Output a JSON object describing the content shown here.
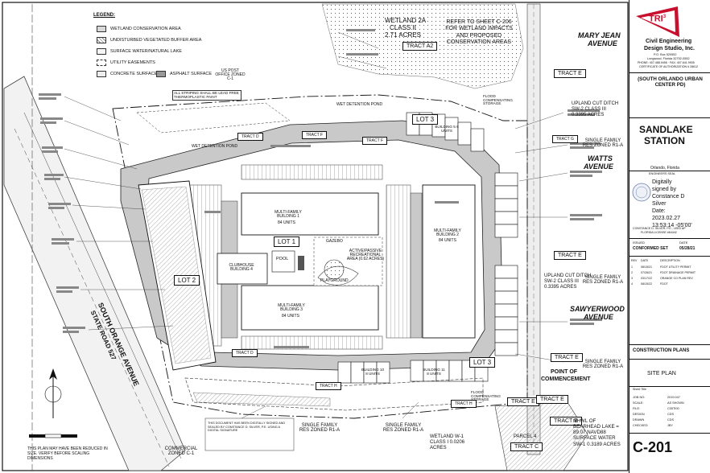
{
  "legend": {
    "title": "LEGEND:",
    "items": [
      "WETLAND CONSERVATION AREA",
      "UNDISTURBED VEGETATED BUFFER AREA",
      "SURFACE WATER/NATURAL LAKE",
      "UTILITY EASEMENTS",
      "CONCRETE SURFACE",
      "ASPHALT SURFACE"
    ]
  },
  "notes": {
    "striping": "ALL STRIPING SHALL BE LEAD FREE THERMOPLASTIC PAINT",
    "post_office": "US POST OFFICE ZONED C-1",
    "wetland_title": "WETLAND 2A",
    "wetland_class": "CLASS II",
    "wetland_area": "2.71 ACRES",
    "refer": "REFER TO SHEET C-206 FOR WETLAND IMPACTS AND PROPOSED CONSERVATION AREAS",
    "wet_pond_1": "WET DETENTION POND",
    "wet_pond_2": "WET DETENTION POND",
    "point_title": "POINT OF",
    "point_sub": "COMMENCEMENT",
    "nhwl": "NHWL OF BEARHEAD LAKE = 89.07 NAVD88 SURFACE WATER SW-1 0.3189 ACRES",
    "upland_1": "UPLAND CUT DITCH SW-2 CLASS III 0.3395 ACRES",
    "upland_2": "UPLAND CUT DITCH SW-2 CLASS III 0.3395 ACRES",
    "wetland_w": "WETLAND W-1 CLASS I 0.0206 ACRES",
    "flood": "FLOOD COMPENSATING STORAGE",
    "flood_2": "FLOOD COMPENSATING STORAGE",
    "reduced": "THIS PLAN MAY HAVE BEEN REDUCED IN SIZE. VERIFY BEFORE SCALING DIMENSIONS",
    "sealed": "THIS DOCUMENT HAS BEEN DIGITALLY SIGNED AND SEALED BY CONSTANCE D. SILVER, P.E. USING A DIGITAL SIGNATURE"
  },
  "streets": {
    "mary_jean_1": "MARY JEAN",
    "mary_jean_2": "AVENUE",
    "watts_1": "WATTS",
    "watts_2": "AVENUE",
    "sawyerwood_1": "SAWYERWOOD",
    "sawyerwood_2": "AVENUE",
    "orange_1": "SOUTH ORANGE AVENUE",
    "orange_2": "STATE ROAD 527"
  },
  "tracts": {
    "a2": "TRACT A2",
    "e1": "TRACT E",
    "e2": "TRACT E",
    "e3": "TRACT E",
    "e4": "TRACT E",
    "e5": "TRACT E",
    "d1": "TRACT D",
    "d2": "TRACT D",
    "f1": "TRACT F",
    "f2": "TRACT F",
    "g": "TRACT G",
    "h1": "TRACT H",
    "h2": "TRACT H",
    "b": "TRACT B",
    "c": "TRACT C",
    "parcel": "PARCEL 4"
  },
  "lots": {
    "lot1": "LOT 1",
    "lot2": "LOT 2",
    "lot3a": "LOT 3",
    "lot3b": "LOT 3"
  },
  "buildings": {
    "mf1_title": "MULTI-FAMILY BUILDING 1",
    "mf1_units": "84 UNITS",
    "mf2_title": "MULTI-FAMILY BUILDING 2",
    "mf2_units": "84 UNITS",
    "mf3_title": "MULTI-FAMILY BUILDING 3",
    "mf3_units": "84 UNITS",
    "clubhouse": "CLUBHOUSE BUILDING 4",
    "pool": "POOL",
    "gazebo": "GAZEBO",
    "rec": "ACTIVE/PASSIVE RECREATIONAL AREA (0.62 ACRES)",
    "playground": "PLAYGROUND",
    "b10": "BUILDING 10 8 UNITS",
    "b11": "BUILDING 11 8 UNITS",
    "b5": "BUILDING 5 6 UNITS"
  },
  "zoning": {
    "r1a_1": "SINGLE FAMILY RES ZONED R1-A",
    "r1a_2": "SINGLE FAMILY RES ZONED R1-A",
    "r1a_3": "SINGLE FAMILY RES ZONED R1-A",
    "r1a_4": "SINGLE FAMILY RES ZONED R1-A",
    "r1a_5": "SINGLE FAMILY RES ZONED R1-A",
    "c1": "COMMERCIAL ZONED C-1"
  },
  "title_block": {
    "logo_mark": "TRI",
    "logo_sup": "3",
    "company_1": "Civil Engineering",
    "company_2": "Design Studio, Inc.",
    "addr_1": "P.O. Box 520552",
    "addr_2": "Longwood, Florida 32752-0552",
    "addr_3": "PHONE: 407.488.9456 · FAX: 407.641.9905",
    "addr_4": "CERTIFICATE OF AUTHORIZATION # 28612",
    "client": "(SOUTH ORLANDO URBAN CENTER PD)",
    "project_1": "SANDLAKE",
    "project_2": "STATION",
    "city": "Orlando, Florida",
    "seal_label": "ENGINEERS SEAL",
    "sig_1": "Digitally",
    "sig_2": "signed by",
    "sig_3": "Constance D",
    "sig_4": "Silver",
    "sig_5": "Date:",
    "sig_6": "2023.02.27",
    "sig_7": "13:53:14 -05'00'",
    "engineer": "CONSTANCE D. SILVER, P.E., LEED AP",
    "license": "FLORIDA LICENSE #64442",
    "issued_label": "ISSUED",
    "date_label": "DATE",
    "issued_value": "CONFORMED SET",
    "issued_date": "05/28/21",
    "rev_headers": [
      "REV",
      "DATE",
      "DESCRIPTION"
    ],
    "revisions": [
      [
        "1",
        "08/15/21",
        "FDOT UTILITY PERMIT"
      ],
      [
        "2",
        "07/28/21",
        "FDOT DRAINAGE PERMIT"
      ],
      [
        "3",
        "03/17/22",
        "ORANGE CO PLAN REV"
      ],
      [
        "4",
        "08/15/22",
        "FDOT"
      ]
    ],
    "phase": "CONSTRUCTION PLANS",
    "sheet_name": "SITE PLAN",
    "sheet_title_label": "Sheet Title",
    "job_no_label": "JOB NO:",
    "job_no": "2019.047",
    "scale_label": "SCALE:",
    "scale": "AS SHOWN",
    "file_label": "FILE:",
    "file": "C05TI00",
    "design_label": "DESIGN",
    "design": "CDS",
    "drawn_label": "DRAWN",
    "drawn": "CDS",
    "checked_label": "CHECKED",
    "checked": "JBY",
    "sheet_number": "C-201"
  },
  "colors": {
    "asphalt": "#c9c9c9",
    "concrete": "#ededed",
    "wetland": "#d9d9d9",
    "ink": "#111111",
    "logo_red": "#c8102e"
  }
}
